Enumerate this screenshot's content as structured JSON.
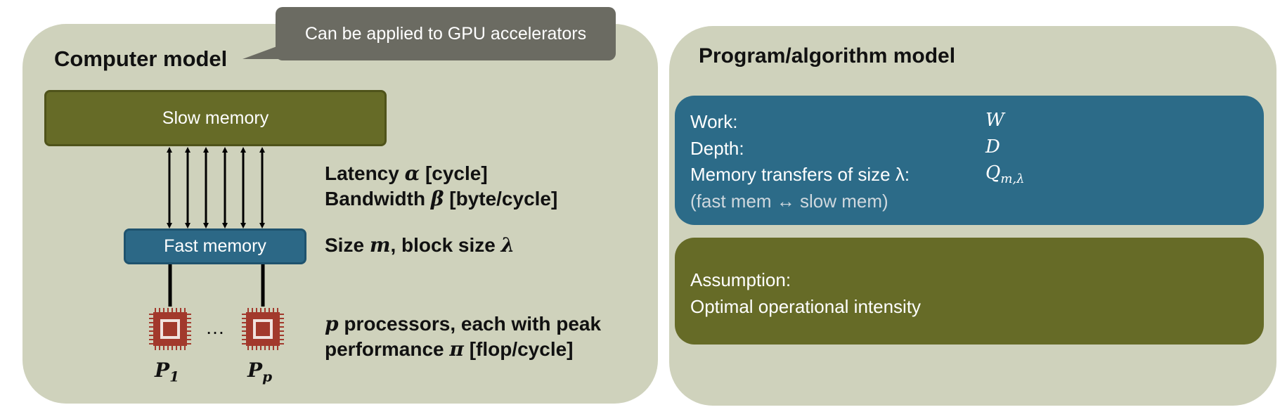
{
  "callout": {
    "text": "Can be applied to GPU accelerators"
  },
  "computer_model": {
    "title": "Computer model",
    "slow_memory": "Slow memory",
    "fast_memory": "Fast memory",
    "latency_text": "Latency",
    "latency_symbol": "α",
    "latency_unit": "[cycle]",
    "bandwidth_text": "Bandwidth",
    "bandwidth_symbol": "β",
    "bandwidth_unit": "[byte/cycle]",
    "size_text": "Size",
    "size_symbol": "m",
    "block_text": ", block size",
    "block_symbol": "λ",
    "proc_symbol": "p",
    "proc_text": "processors, each with peak",
    "perf_text": "performance",
    "perf_symbol": "π",
    "perf_unit": "[flop/cycle]",
    "ellipsis": "…",
    "proc_label_base": "P",
    "proc_label_1_sub": "1",
    "proc_label_p_sub": "p"
  },
  "program_model": {
    "title": "Program/algorithm model",
    "work_label": "Work:",
    "work_value": "W",
    "depth_label": "Depth:",
    "depth_value": "D",
    "transfers_label": "Memory transfers of size λ:",
    "transfers_value_base": "Q",
    "transfers_value_sub": "m,λ",
    "transfers_note": "(fast mem ↔ slow mem)",
    "assumption_label": "Assumption:",
    "assumption_text": "Optimal operational intensity"
  },
  "colors": {
    "panel": "#cfd2bc",
    "olive": "#666b27",
    "blue": "#2c6b88",
    "callout": "#6b6b62",
    "cpu": "#a2392c"
  }
}
